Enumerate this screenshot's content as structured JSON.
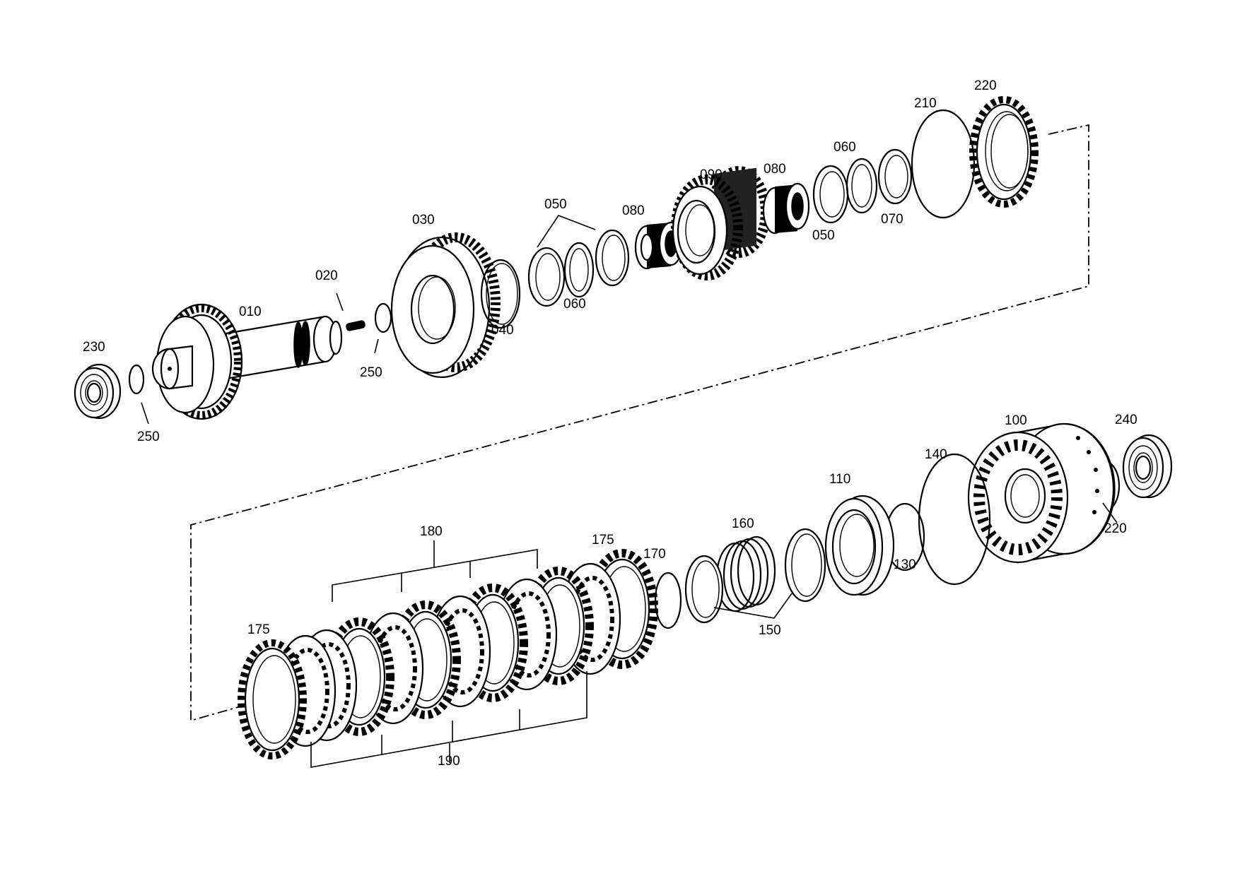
{
  "labels": {
    "l010": "010",
    "l020": "020",
    "l030": "030",
    "l040": "040",
    "l050a": "050",
    "l050b": "050",
    "l060a": "060",
    "l060b": "060",
    "l070": "070",
    "l080a": "080",
    "l080b": "080",
    "l090": "090",
    "l100": "100",
    "l110": "110",
    "l130": "130",
    "l140": "140",
    "l150": "150",
    "l160": "160",
    "l170": "170",
    "l175a": "175",
    "l175b": "175",
    "l180": "180",
    "l190": "190",
    "l210": "210",
    "l220a": "220",
    "l220b": "220",
    "l230": "230",
    "l240": "240",
    "l250a": "250",
    "l250b": "250"
  }
}
